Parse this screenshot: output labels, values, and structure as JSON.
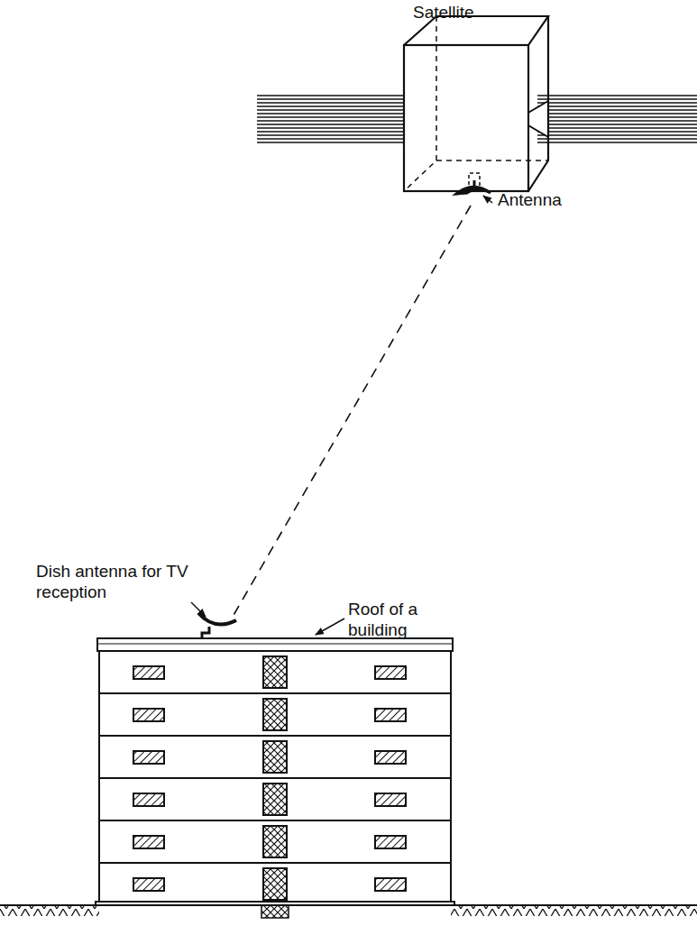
{
  "diagram": {
    "labels": [
      "Satellite",
      "Antenna",
      "Dish antenna for TV reception",
      "Roof of a building"
    ]
  }
}
